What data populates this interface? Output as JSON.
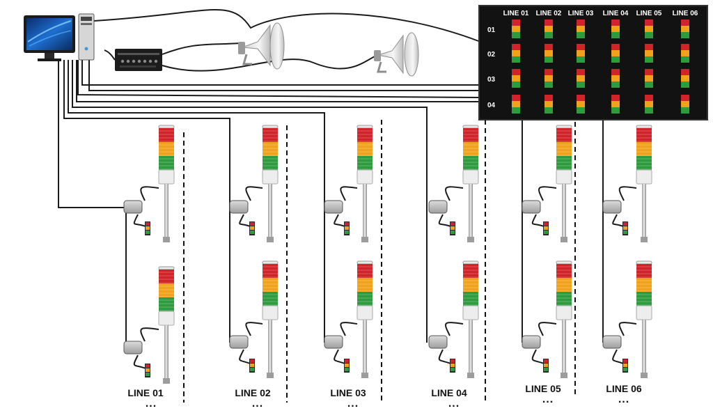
{
  "colors": {
    "red": "#d0232a",
    "amber": "#f0a21c",
    "green": "#2e9b3e",
    "panel_bg": "#121212",
    "wire": "#1a1a1a"
  },
  "icons": [
    "monitor-icon",
    "pc-tower-icon",
    "amplifier-icon",
    "horn-speaker-icon",
    "tower-light-icon",
    "control-box-icon",
    "signal-light-icon"
  ],
  "display_board": {
    "columns": [
      "LINE 01",
      "LINE 02",
      "LINE 03",
      "LINE 04",
      "LINE 05",
      "LINE 06"
    ],
    "rows": [
      "01",
      "02",
      "03",
      "04"
    ]
  },
  "lines": [
    {
      "label": "LINE 01",
      "more": "..."
    },
    {
      "label": "LINE 02",
      "more": "..."
    },
    {
      "label": "LINE 03",
      "more": "..."
    },
    {
      "label": "LINE 04",
      "more": "..."
    },
    {
      "label": "LINE 05",
      "more": "..."
    },
    {
      "label": "LINE 06",
      "more": "..."
    }
  ]
}
